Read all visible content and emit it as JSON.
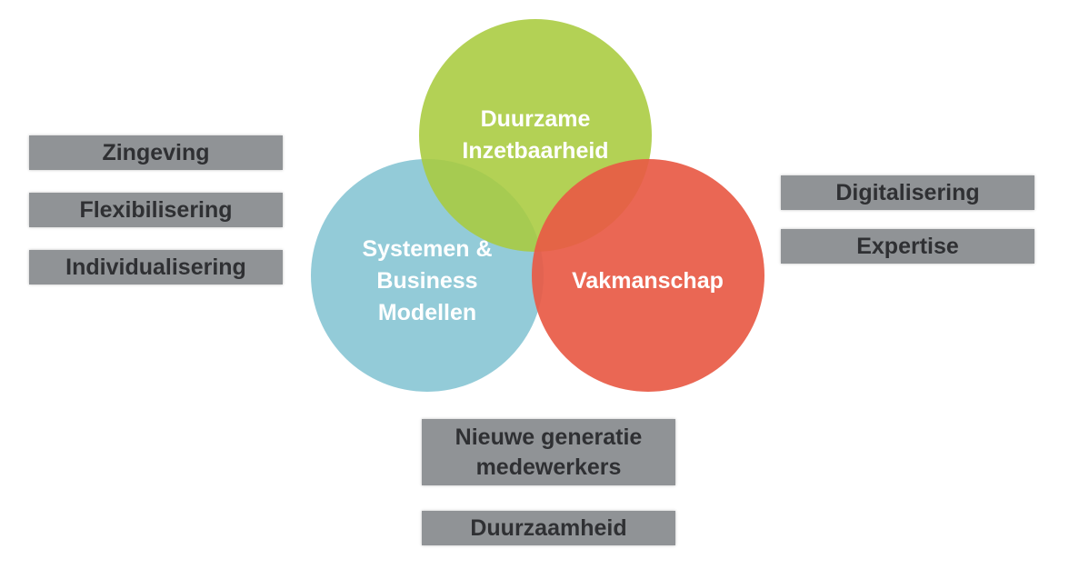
{
  "circles": {
    "top": {
      "label_line1": "Duurzame",
      "label_line2": "Inzetbaarheid",
      "color": "#b2cf4e"
    },
    "left": {
      "label_line1": "Systemen &",
      "label_line2": "Business",
      "label_line3": "Modellen",
      "color": "#93cbd8"
    },
    "right": {
      "label": "Vakmanschap",
      "color": "#e8634e"
    }
  },
  "left_boxes": [
    "Zingeving",
    "Flexibilisering",
    "Individualisering"
  ],
  "right_boxes": [
    "Digitalisering",
    "Expertise"
  ],
  "bottom_boxes": {
    "first_line1": "Nieuwe generatie",
    "first_line2": "medewerkers",
    "second": "Duurzaamheid"
  }
}
